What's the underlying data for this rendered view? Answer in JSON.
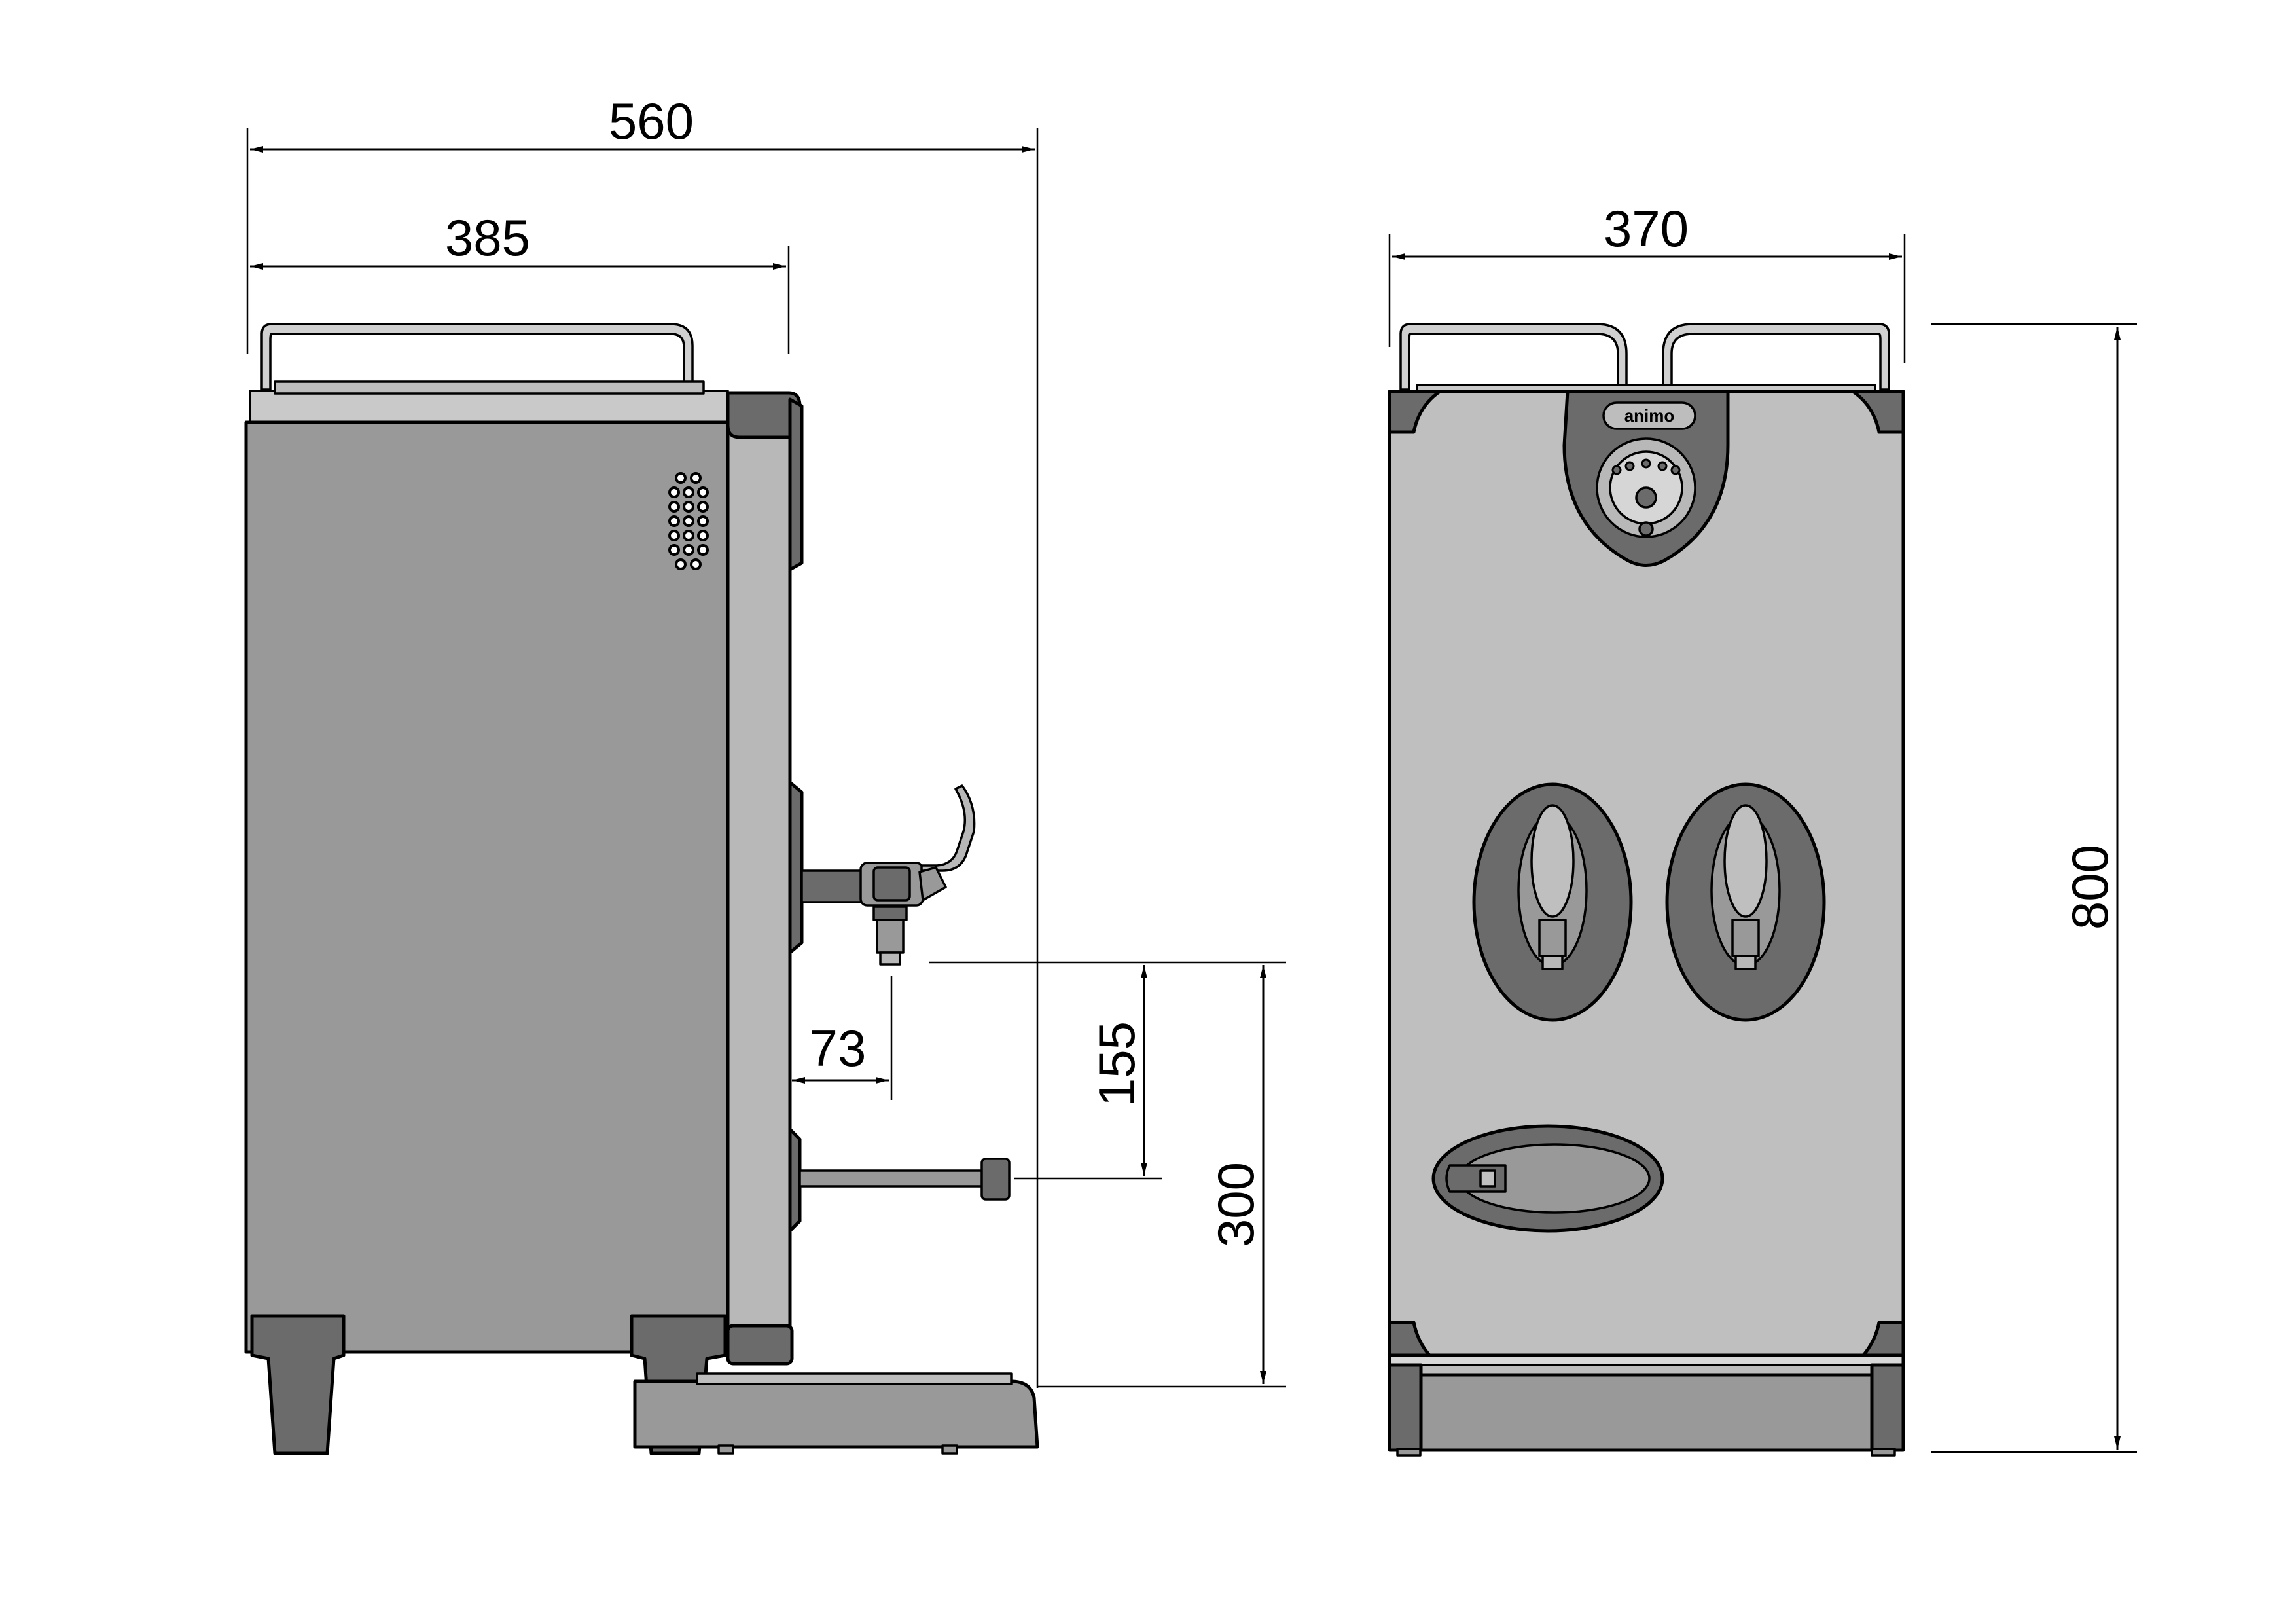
{
  "dimensions": {
    "total_depth": "560",
    "body_depth": "385",
    "front_width": "370",
    "total_height": "800",
    "tap_projection": "73",
    "tap_clearance": "155",
    "drip_to_tap_height": "300"
  },
  "brand_label": "animo",
  "colors": {
    "body_side": "#999999",
    "body_front": "#bfbfbf",
    "dark_parts": "#6b6b6b",
    "trim": "#b8b8b8",
    "line": "#000000"
  }
}
